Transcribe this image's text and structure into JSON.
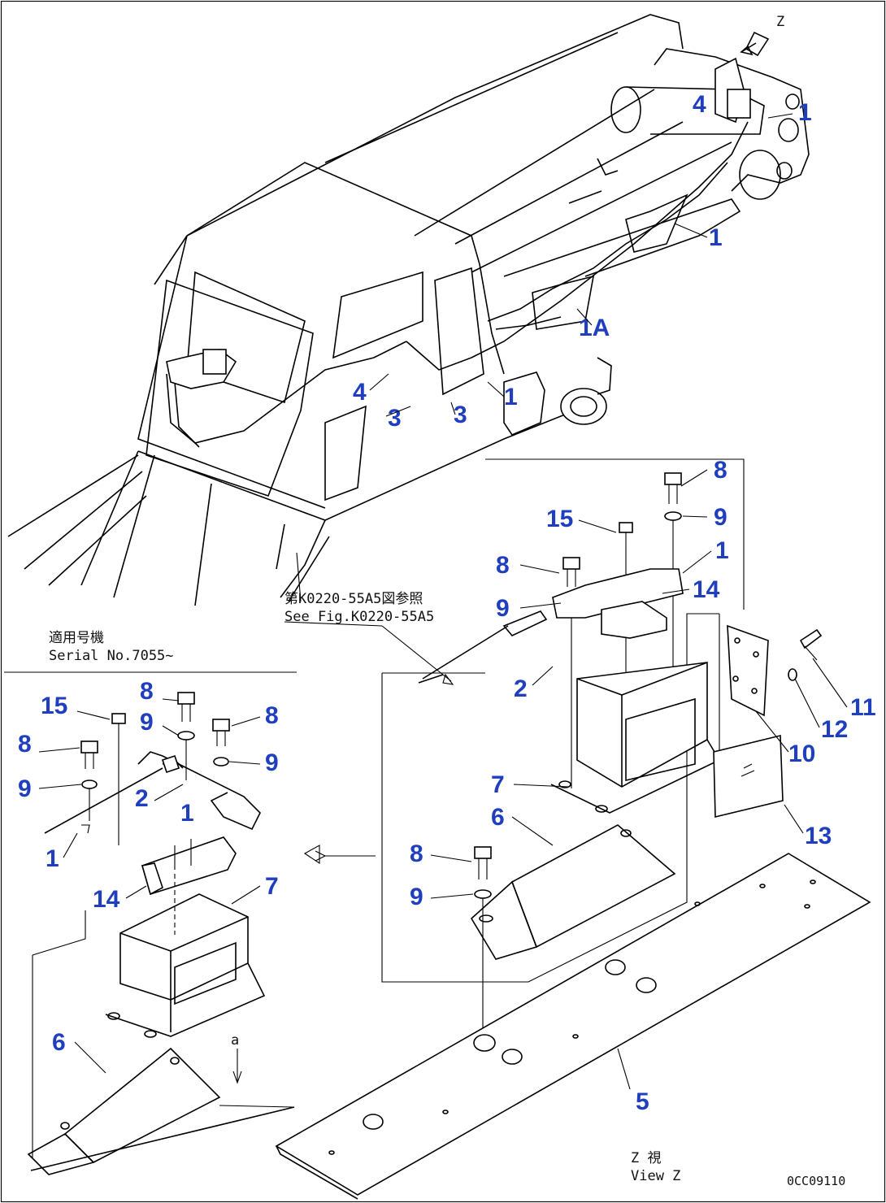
{
  "drawing": {
    "view_marker": "Z",
    "view_label_jp": "Z 視",
    "view_label_en": "View Z",
    "serial_label_jp": "適用号機",
    "serial_label_en": "Serial No.7055~",
    "see_fig_jp": "第K0220-55A5図参照",
    "see_fig_en": "See Fig.K0220-55A5",
    "detail_mark": "a",
    "drawing_code": "0CC09110"
  },
  "callouts": [
    {
      "id": "c-1-top",
      "text": "1"
    },
    {
      "id": "c-4-top",
      "text": "4"
    },
    {
      "id": "c-1-mid",
      "text": "1"
    },
    {
      "id": "c-1A",
      "text": "1A"
    },
    {
      "id": "c-4-cab",
      "text": "4"
    },
    {
      "id": "c-3-a",
      "text": "3"
    },
    {
      "id": "c-3-b",
      "text": "3"
    },
    {
      "id": "c-1-cab",
      "text": "1"
    },
    {
      "id": "c-8-r1",
      "text": "8"
    },
    {
      "id": "c-9-r1",
      "text": "9"
    },
    {
      "id": "c-15-r",
      "text": "15"
    },
    {
      "id": "c-8-r2",
      "text": "8"
    },
    {
      "id": "c-9-r2",
      "text": "9"
    },
    {
      "id": "c-1-r",
      "text": "1"
    },
    {
      "id": "c-14-r",
      "text": "14"
    },
    {
      "id": "c-2-r",
      "text": "2"
    },
    {
      "id": "c-11",
      "text": "11"
    },
    {
      "id": "c-12",
      "text": "12"
    },
    {
      "id": "c-10",
      "text": "10"
    },
    {
      "id": "c-13",
      "text": "13"
    },
    {
      "id": "c-7-r",
      "text": "7"
    },
    {
      "id": "c-6-r",
      "text": "6"
    },
    {
      "id": "c-8-r3",
      "text": "8"
    },
    {
      "id": "c-9-r3",
      "text": "9"
    },
    {
      "id": "c-5",
      "text": "5"
    },
    {
      "id": "c-8-l1",
      "text": "8"
    },
    {
      "id": "c-15-l",
      "text": "15"
    },
    {
      "id": "c-9-l1",
      "text": "9"
    },
    {
      "id": "c-8-l2",
      "text": "8"
    },
    {
      "id": "c-8-l3",
      "text": "8"
    },
    {
      "id": "c-9-l2",
      "text": "9"
    },
    {
      "id": "c-9-l3",
      "text": "9"
    },
    {
      "id": "c-2-l",
      "text": "2"
    },
    {
      "id": "c-1-l1",
      "text": "1"
    },
    {
      "id": "c-1-l2",
      "text": "1"
    },
    {
      "id": "c-14-l",
      "text": "14"
    },
    {
      "id": "c-7-l",
      "text": "7"
    },
    {
      "id": "c-6-l",
      "text": "6"
    }
  ]
}
